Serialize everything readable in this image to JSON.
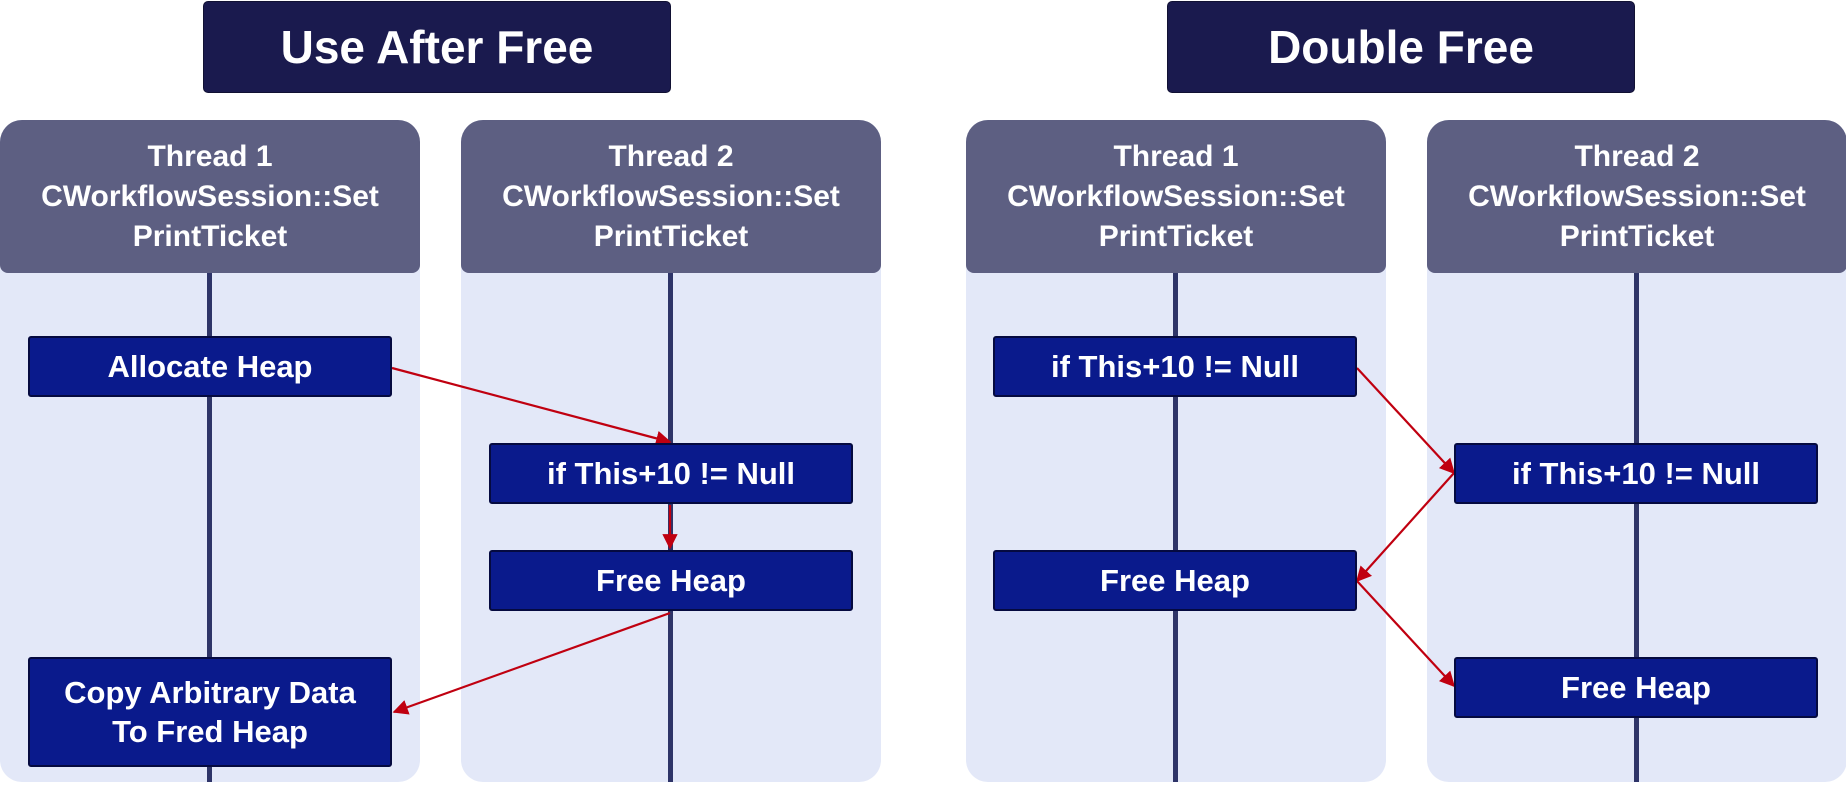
{
  "panels": [
    {
      "title": "Use After Free",
      "lanes": [
        {
          "thread": "Thread 1",
          "function_line1": "CWorkflowSession::Set",
          "function_line2": "PrintTicket"
        },
        {
          "thread": "Thread 2",
          "function_line1": "CWorkflowSession::Set",
          "function_line2": "PrintTicket"
        }
      ],
      "steps": {
        "allocate_heap": "Allocate Heap",
        "null_check": "if This+10  != Null",
        "free_heap": "Free Heap",
        "copy_line1": "Copy Arbitrary Data",
        "copy_line2": "To Fred Heap"
      }
    },
    {
      "title": "Double Free",
      "lanes": [
        {
          "thread": "Thread 1",
          "function_line1": "CWorkflowSession::Set",
          "function_line2": "PrintTicket"
        },
        {
          "thread": "Thread 2",
          "function_line1": "CWorkflowSession::Set",
          "function_line2": "PrintTicket"
        }
      ],
      "steps": {
        "t1_null_check": "if This+10  != Null",
        "t2_null_check": "if This+10  != Null",
        "t1_free_heap": "Free Heap",
        "t2_free_heap": "Free Heap"
      }
    }
  ],
  "colors": {
    "title_bg": "#1a1a4e",
    "lane_bg": "#e3e8f8",
    "lane_header_bg": "#5d5f82",
    "step_bg": "#0a1a8c",
    "lifeline": "#2e3468",
    "arrow": "#c00010"
  }
}
